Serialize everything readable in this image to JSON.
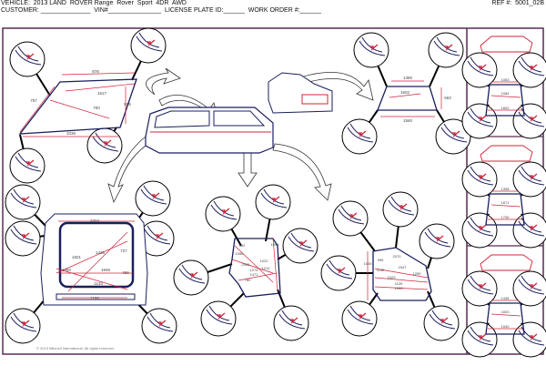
{
  "header": {
    "vehicle": "VEHICLE:  2013 LAND  ROVER Range  Rover  Sport  4DR  AWD",
    "customer_line": "CUSTOMER: ______________  VIN#_______________  LICENSE PLATE ID:______  WORK ORDER #:______",
    "ref": "REF #:  5001_02B"
  },
  "colors": {
    "frame": "#5a2a55",
    "dimension": "#d0243a",
    "line": "#1a1f5c",
    "accent_fill": "#e0102a"
  },
  "windshield": {
    "dims": [
      "878",
      "1517",
      "757",
      "700",
      "509",
      "1036"
    ]
  },
  "rear_opening": {
    "dims": [
      "2204",
      "1436",
      "1601",
      "727",
      "1846",
      "1050",
      "456",
      "1133",
      "1160"
    ]
  },
  "front_opening": {
    "dims": [
      "1380",
      "1602",
      "663",
      "1560"
    ]
  },
  "front_door": {
    "dims": [
      "992",
      "1099",
      "1056",
      "1022",
      "2003",
      "1212",
      "1274",
      "1471",
      "780"
    ]
  },
  "rear_door": {
    "dims": [
      "1005",
      "995",
      "2070",
      "1142",
      "1547",
      "1023",
      "1139",
      "1002",
      "1259"
    ]
  },
  "side_panels": [
    {
      "dims": [
        "1063",
        "1084",
        "1602"
      ]
    },
    {
      "dims": [
        "1398",
        "1671",
        "1706"
      ]
    },
    {
      "dims": [
        "1436",
        "1603",
        "1540"
      ]
    }
  ],
  "footer": {
    "copyright": "© 2013 Mitchell International. All rights reserved."
  }
}
